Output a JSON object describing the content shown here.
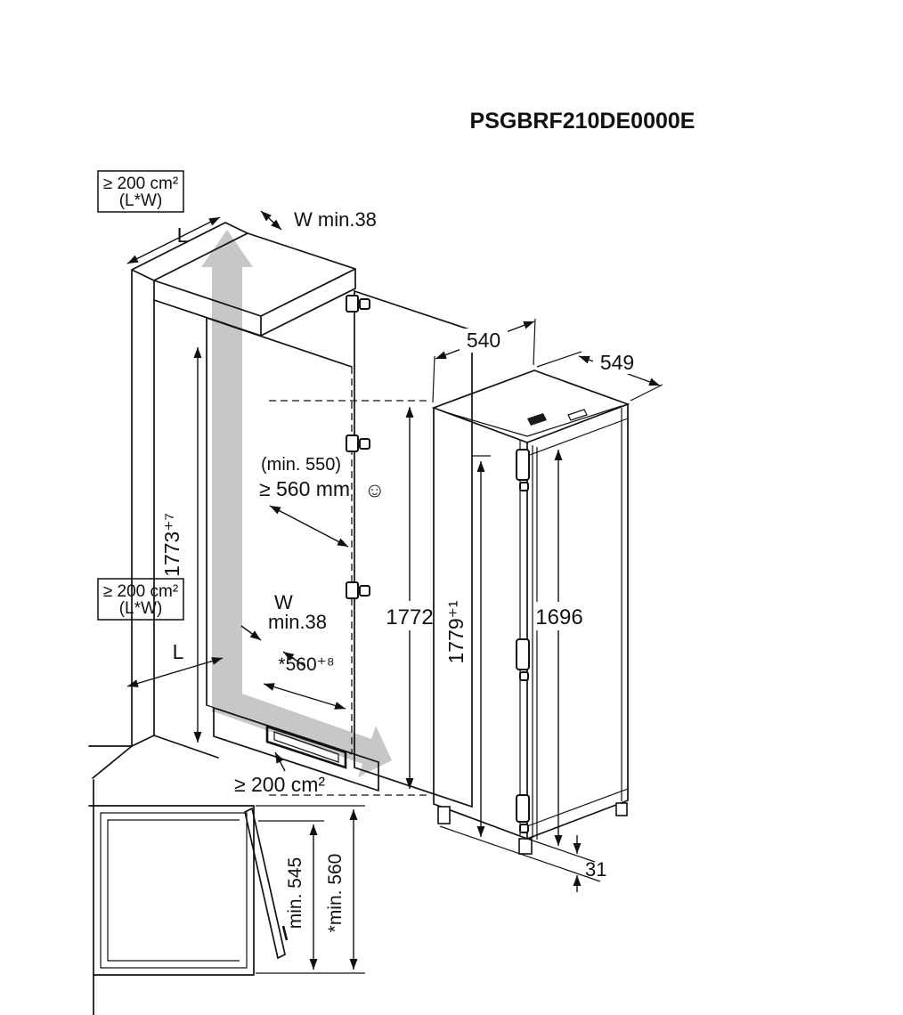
{
  "title": "PSGBRF210DE0000E",
  "colors": {
    "line": "#111111",
    "airflow_gray": "#c7c7c7"
  },
  "niche": {
    "vent_top": {
      "line1": "≥ 200 cm²",
      "line2": "(L*W)"
    },
    "vent_mid": {
      "line1": "≥ 200 cm²",
      "line2": "(L*W)"
    },
    "vent_bottom": "≥ 200 cm²",
    "length_top": "L",
    "length_mid": "L",
    "wall_min_top": "W min.38",
    "wall_w": "W",
    "wall_min": "min.38",
    "depth_min_note": "(min. 550)",
    "depth_req": "≥ 560 mm",
    "smiley": "☺",
    "height": "1773⁺⁷",
    "width": "*560⁺⁸",
    "door_height": "1772"
  },
  "appliance": {
    "depth": "540",
    "width": "549",
    "height": "1779⁺¹",
    "door_height": "1696",
    "plinth": "31"
  },
  "top_view": {
    "depth_min": "min. 545",
    "depth_rec": "*min. 560"
  }
}
